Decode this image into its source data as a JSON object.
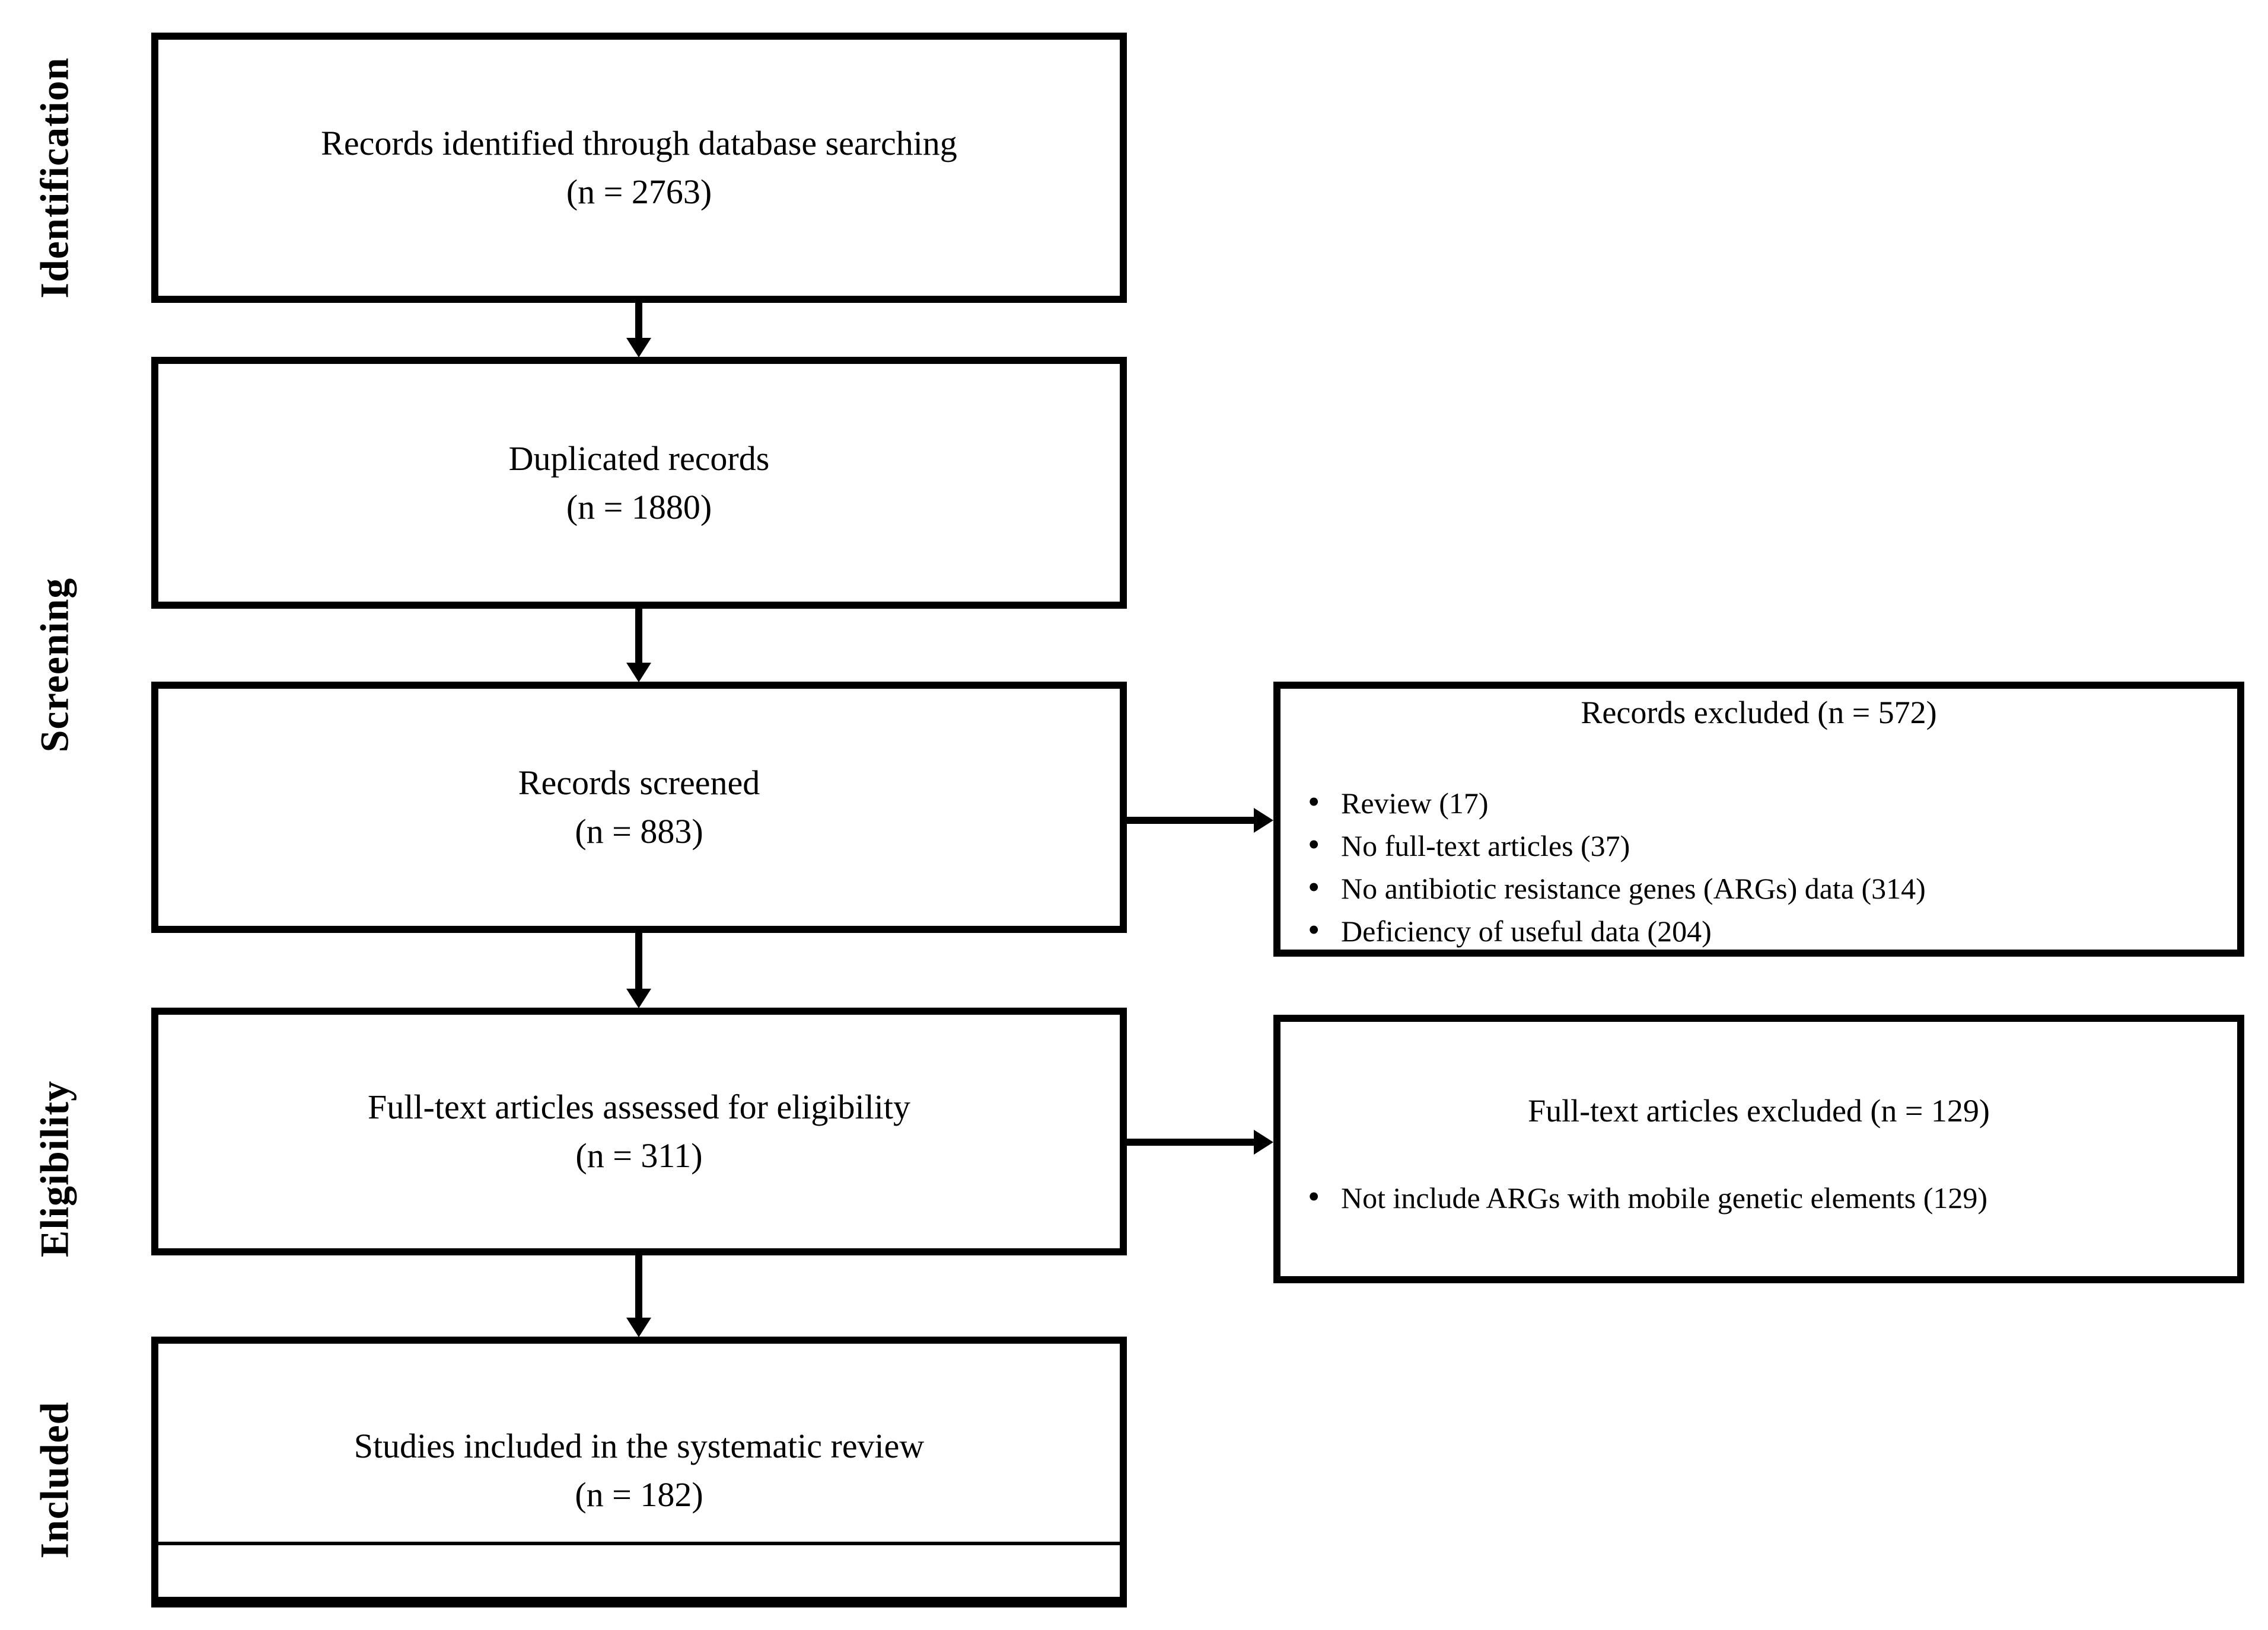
{
  "stage_labels": [
    "Identification",
    "Screening",
    "Eligibility",
    "Included"
  ],
  "main_boxes": [
    {
      "text": "Records identified through database searching",
      "count": "(n = 2763)"
    },
    {
      "text": "Duplicated records",
      "count": "(n = 1880)"
    },
    {
      "text": "Records screened",
      "count": "(n = 883)"
    },
    {
      "text": "Full-text articles assessed for eligibility",
      "count": "(n = 311)"
    },
    {
      "text": "Studies included in the systematic review",
      "count": "(n = 182)"
    }
  ],
  "exclusion_boxes": [
    {
      "title": "Records excluded (n = 572)",
      "bullets": [
        "Review (17)",
        "No full-text articles (37)",
        "No antibiotic resistance genes (ARGs) data (314)",
        "Deficiency of useful data (204)"
      ]
    },
    {
      "title": "Full-text articles excluded (n = 129)",
      "bullets": [
        "Not include ARGs with mobile genetic elements (129)"
      ]
    }
  ],
  "colors": {
    "line": "#000000",
    "text": "#000000",
    "background": "#ffffff"
  }
}
